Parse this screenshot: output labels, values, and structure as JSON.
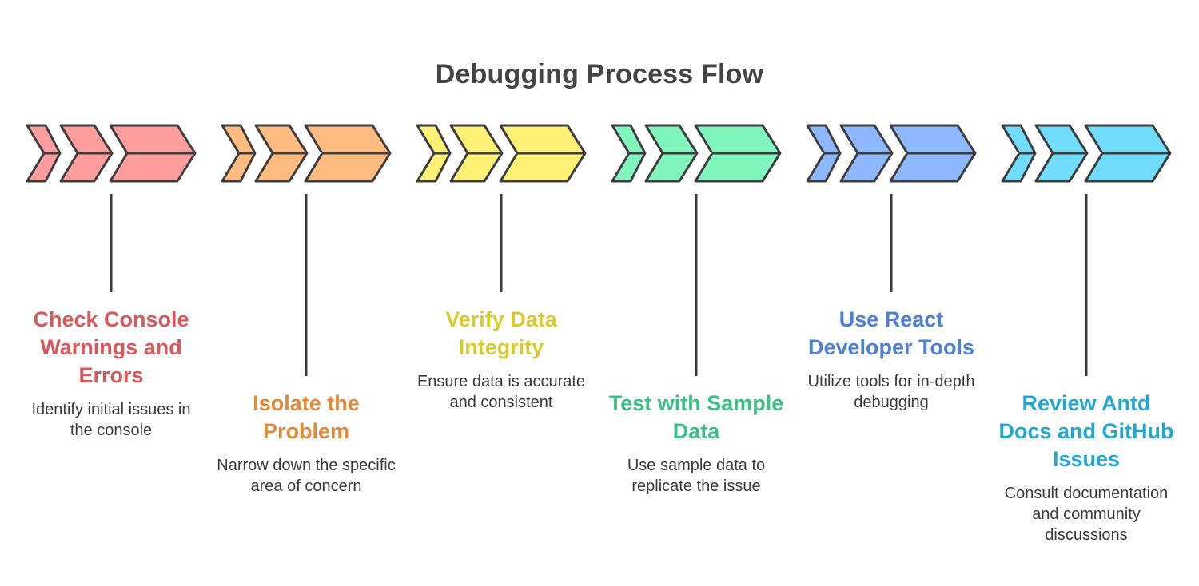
{
  "title": "Debugging Process Flow",
  "outline_color": "#3d3d3d",
  "steps": [
    {
      "title": "Check Console Warnings and Errors",
      "description": "Identify initial issues in the console",
      "fill": "#ff9d9d",
      "title_color": "#d9585a"
    },
    {
      "title": "Isolate the Problem",
      "description": "Narrow down the specific area of concern",
      "fill": "#ffbb80",
      "title_color": "#e08a3a"
    },
    {
      "title": "Verify Data Integrity",
      "description": "Ensure data is accurate and consistent",
      "fill": "#fff176",
      "title_color": "#d9cc2a"
    },
    {
      "title": "Test with Sample Data",
      "description": "Use sample data to replicate the issue",
      "fill": "#80f5bc",
      "title_color": "#3cbf85"
    },
    {
      "title": "Use React Developer Tools",
      "description": "Utilize tools for in-depth debugging",
      "fill": "#8db8ff",
      "title_color": "#4d80d6"
    },
    {
      "title": "Review Antd Docs and GitHub Issues",
      "description": "Consult documentation and community discussions",
      "fill": "#6fdcfc",
      "title_color": "#23a7cf"
    }
  ]
}
